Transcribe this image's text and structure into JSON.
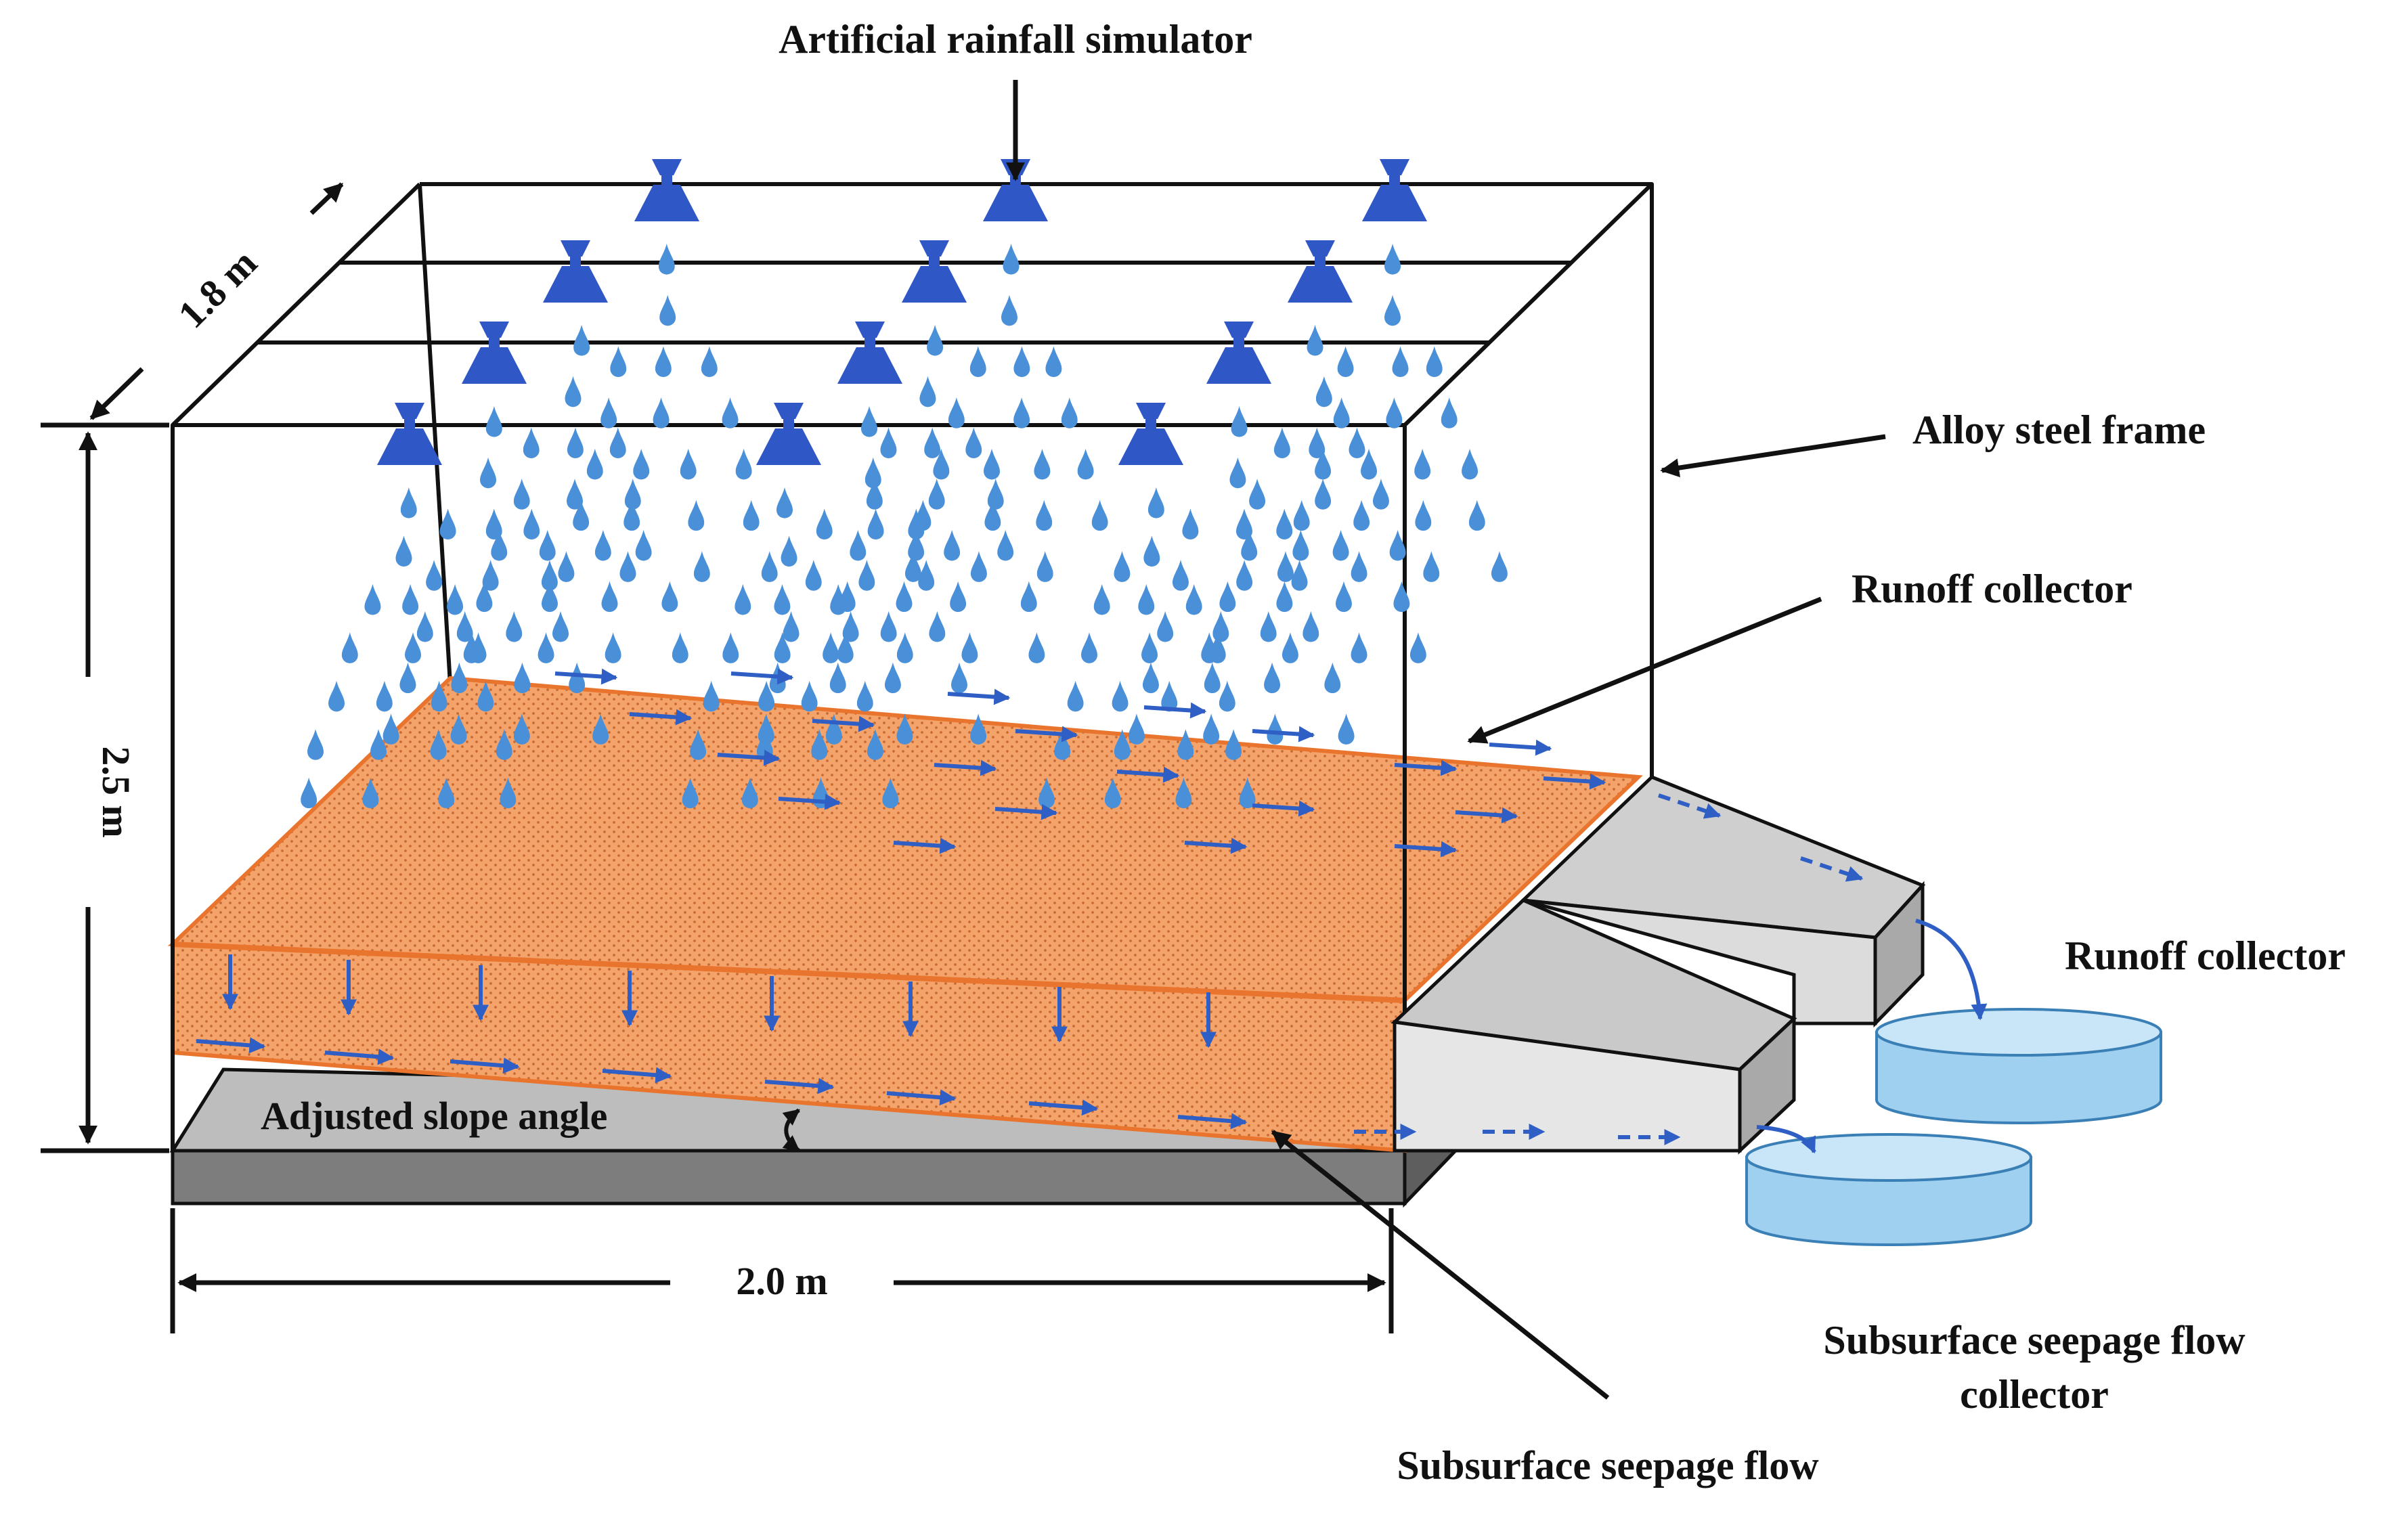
{
  "labels": {
    "rainfall_simulator": "Artificial rainfall simulator",
    "frame": "Alloy steel frame",
    "runoff_collector_top": "Runoff collector",
    "runoff_collector_right": "Runoff collector",
    "seepage_collector_line1": "Subsurface seepage flow",
    "seepage_collector_line2": "collector",
    "seepage_flow": "Subsurface seepage flow",
    "slope_angle": "Adjusted slope angle",
    "width": "2.0 m",
    "height": "2.5 m",
    "depth": "1.8 m"
  },
  "colors": {
    "soil": "#f4a46a",
    "soil_edge": "#e8742e",
    "soil_dots": "#c86a33",
    "water_drop": "#4a90d9",
    "nozzle": "#2f57c6",
    "flow_arrow": "#2f5fc4",
    "base_dark": "#7d7d7d",
    "base_light": "#bdbdbd",
    "collector_fill": "#cfcfcf",
    "collector_light": "#e6e6e6",
    "tank_fill": "#9fd0ef",
    "tank_top": "#c8e6f8"
  },
  "icons": {
    "nozzle": "sprinkler-nozzle-icon",
    "drop": "water-drop-icon"
  }
}
